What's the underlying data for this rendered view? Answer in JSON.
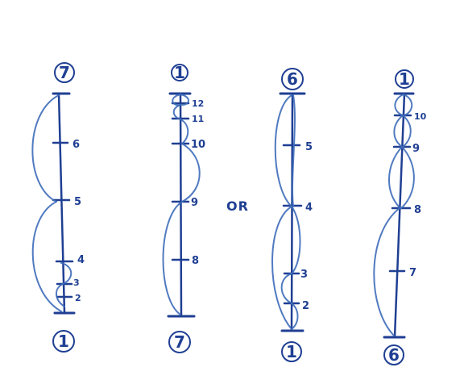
{
  "separator_label": "OR",
  "diagrams": [
    {
      "top_label": "7",
      "bottom_label": "1",
      "tick_labels": [
        "6",
        "5",
        "4",
        "3",
        "2"
      ]
    },
    {
      "top_label": "1",
      "bottom_label": "7",
      "tick_labels": [
        "12",
        "11",
        "10",
        "9",
        "8"
      ]
    },
    {
      "top_label": "6",
      "bottom_label": "1",
      "tick_labels": [
        "5",
        "4",
        "3",
        "2"
      ]
    },
    {
      "top_label": "1",
      "bottom_label": "6",
      "tick_labels": [
        "10",
        "9",
        "8",
        "7"
      ]
    }
  ]
}
